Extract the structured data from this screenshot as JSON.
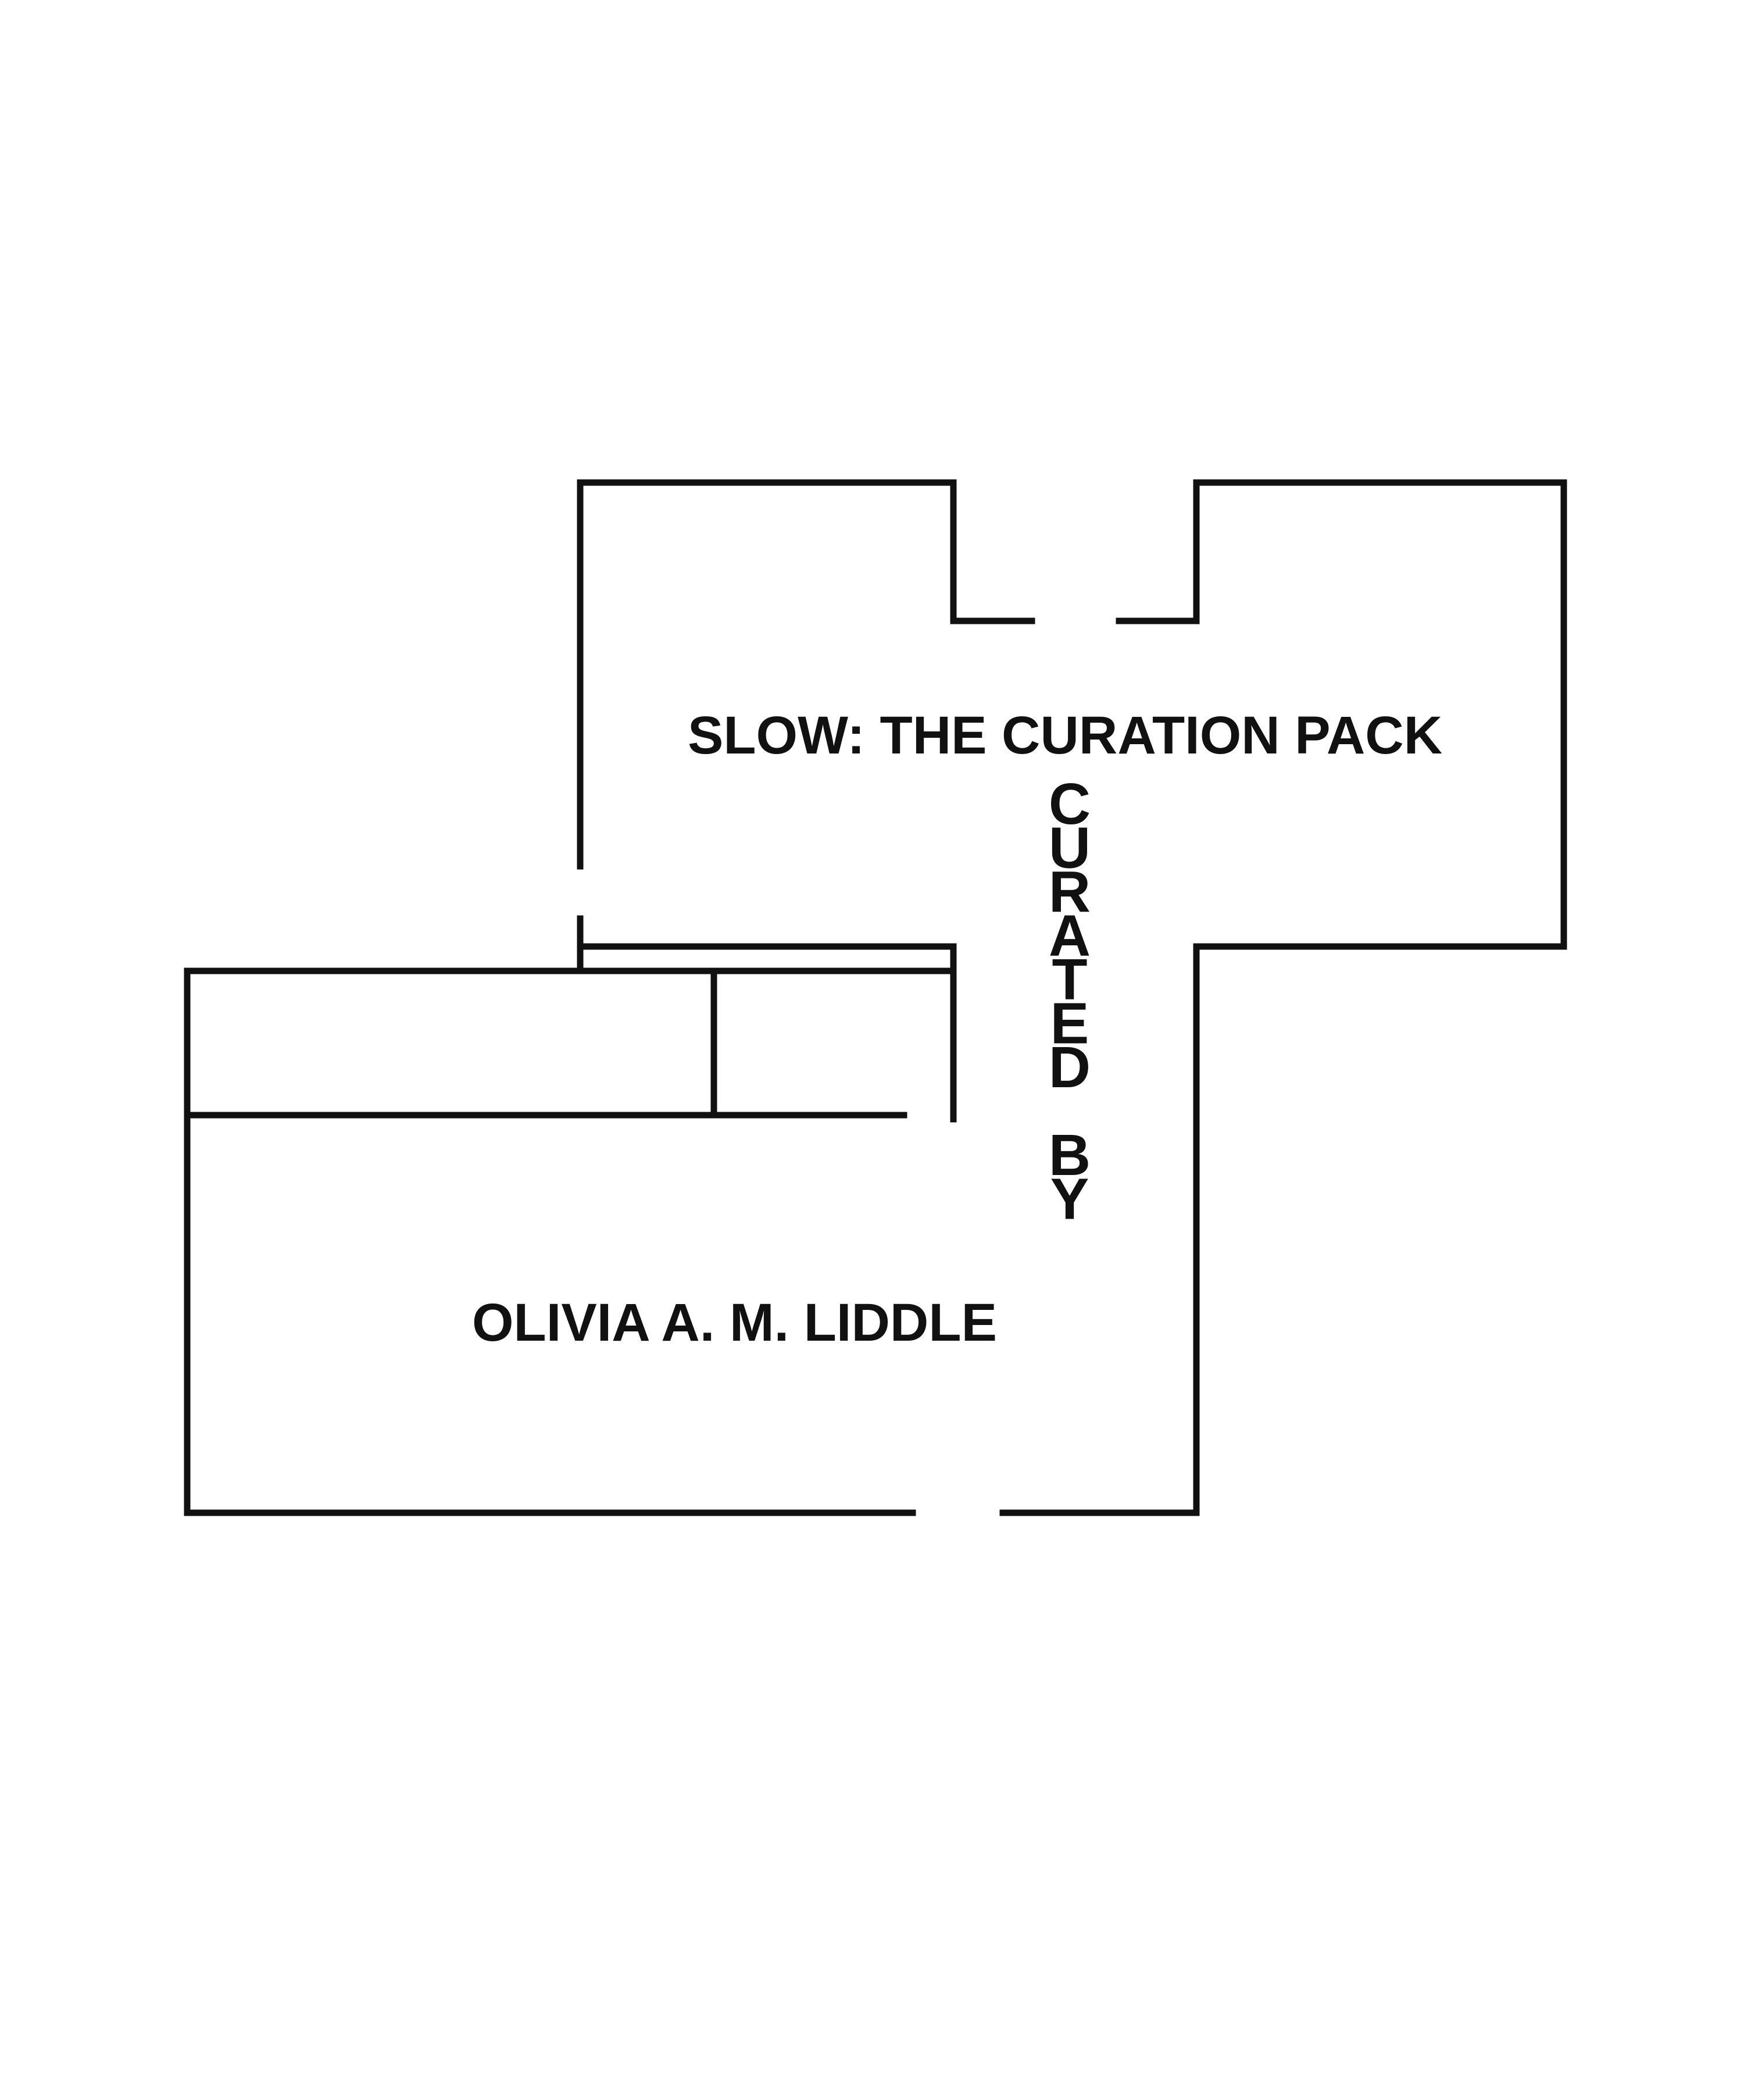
{
  "title": "SLOW: THE CURATION PACK",
  "curated_by_letters": [
    "C",
    "U",
    "R",
    "A",
    "T",
    "E",
    "D",
    "",
    "B",
    "Y"
  ],
  "curator": "OLIVIA A. M. LIDDLE",
  "colors": {
    "background": "#ffffff",
    "lines": "#111111"
  }
}
